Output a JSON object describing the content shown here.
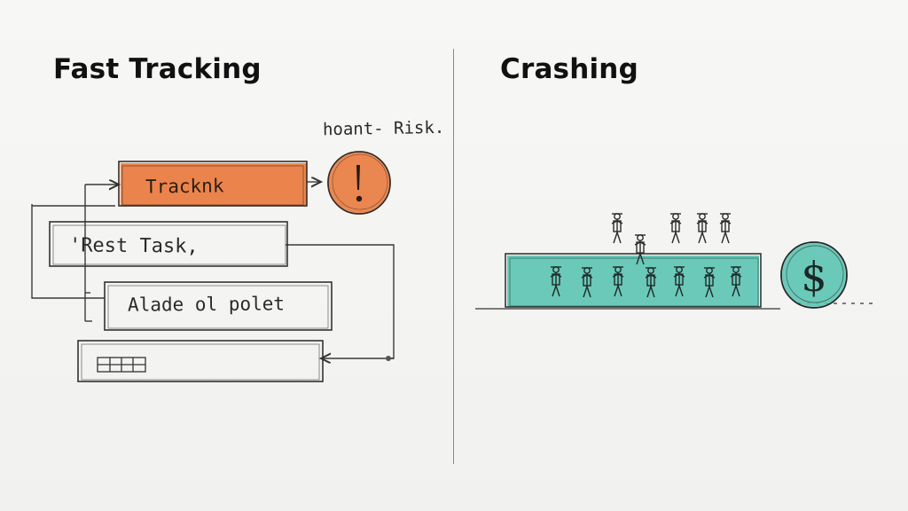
{
  "left_panel": {
    "title": "Fast Tracking",
    "risk_label": "hoant- Risk.",
    "tasks": [
      {
        "label": "Tracknk",
        "color": "#e97a3e"
      },
      {
        "label": "'Rest Task,"
      },
      {
        "label": "A⁠lade ol polet"
      },
      {
        "label": ""
      }
    ],
    "risk_icon": "exclamation-circle-icon",
    "risk_color": "#e97a3e"
  },
  "right_panel": {
    "title": "Crashing",
    "bar_color": "#5cc4b2",
    "cost_icon": "dollar-coin-icon",
    "cost_symbol": "$",
    "resource_icon": "worker-figures-icon"
  }
}
